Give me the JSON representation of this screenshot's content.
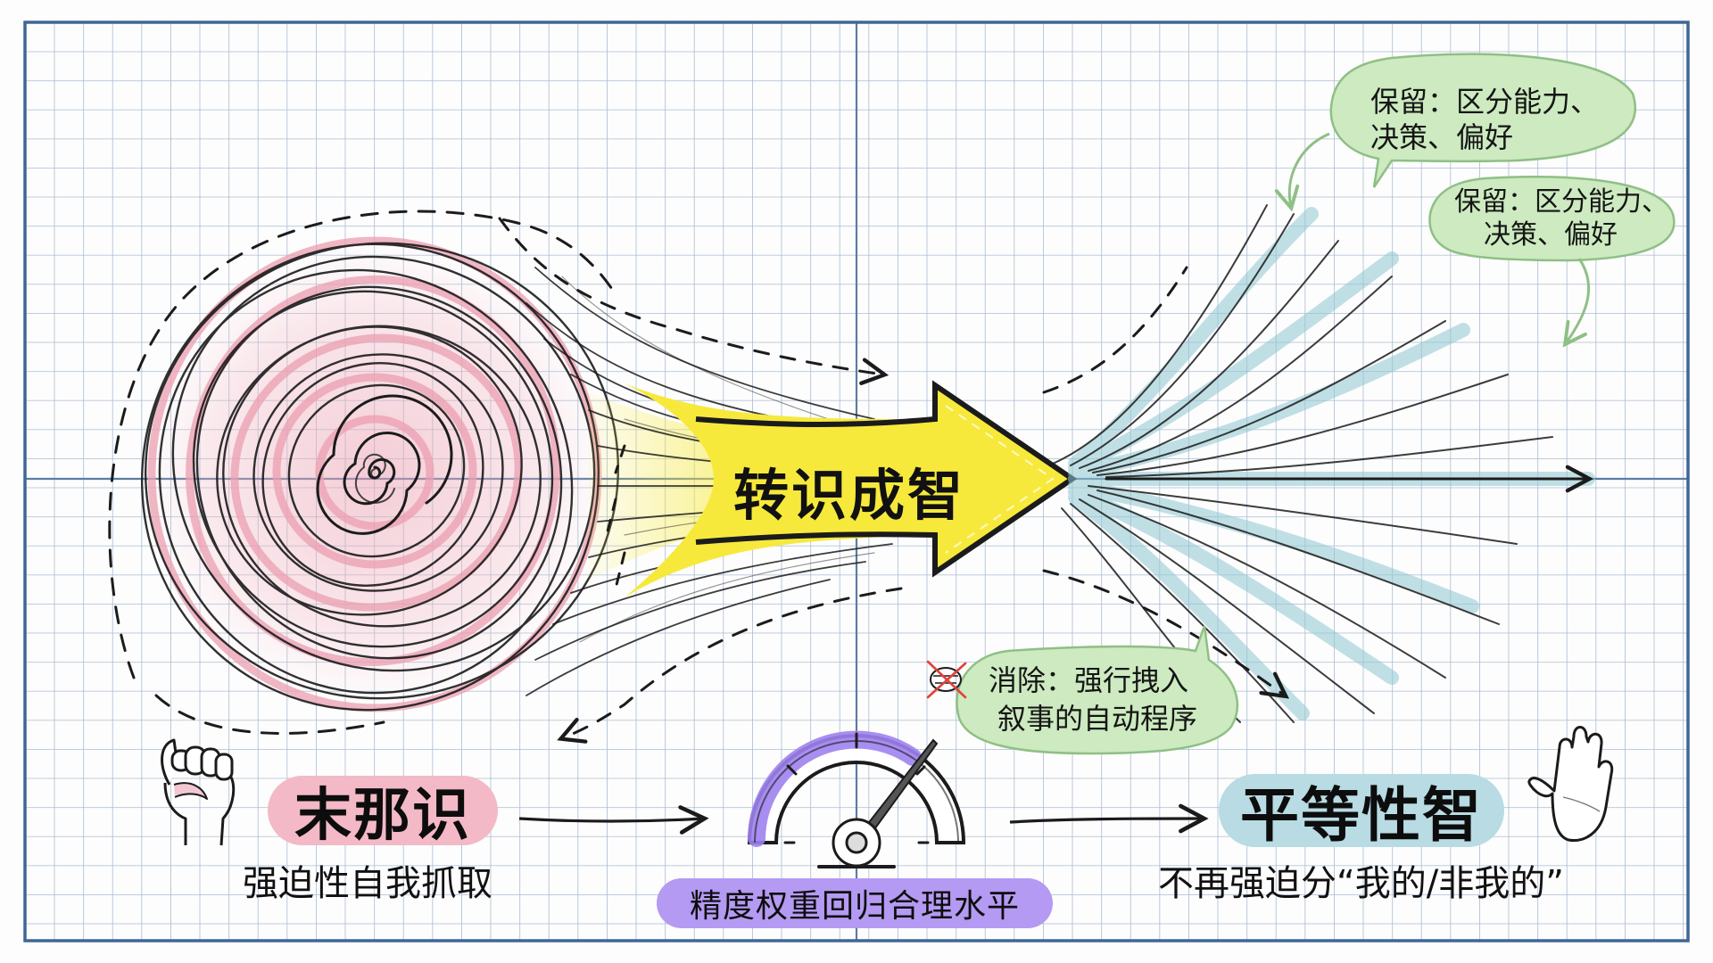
{
  "diagram": {
    "central_arrow": {
      "label": "转识成智",
      "color": "#f7e93c"
    },
    "left_state": {
      "title": "末那识",
      "subtitle": "强迫性自我抓取",
      "pill_color": "#f3b9c7",
      "icon": "clenched-fist-icon",
      "visual": "tangled-pink-spiral"
    },
    "right_state": {
      "title": "平等性智",
      "subtitle": "不再强迫分“我的/非我的”",
      "pill_color": "#b9dbe3",
      "icon": "open-hand-icon",
      "visual": "teal-fanning-lines"
    },
    "gauge": {
      "caption": "精度权重回归合理水平",
      "caption_color": "#b49af2",
      "icon": "gauge-icon"
    },
    "bubbles": [
      {
        "id": "retain-1",
        "line1": "保留：区分能力、",
        "line2": "决策、偏好",
        "color": "#cdeac0"
      },
      {
        "id": "retain-2",
        "line1": "保留：区分能力、",
        "line2": "决策、偏好",
        "color": "#cdeac0"
      },
      {
        "id": "remove",
        "line1": "消除：强行拽入",
        "line2": "叙事的自动程序",
        "color": "#cdeac0",
        "icon": "crossed-out-self-icon"
      }
    ],
    "colors": {
      "grid_minor": "#a9bcd4",
      "grid_major": "#5d7ca3",
      "border": "#3e6696",
      "ink": "#1b1b1b",
      "spiral_pink": "#ec9fb1",
      "flow_teal": "#8fc8d2",
      "bubble_green": "#cdeac0",
      "bubble_stroke": "#8fbf85",
      "cross_red": "#e0413a"
    }
  }
}
